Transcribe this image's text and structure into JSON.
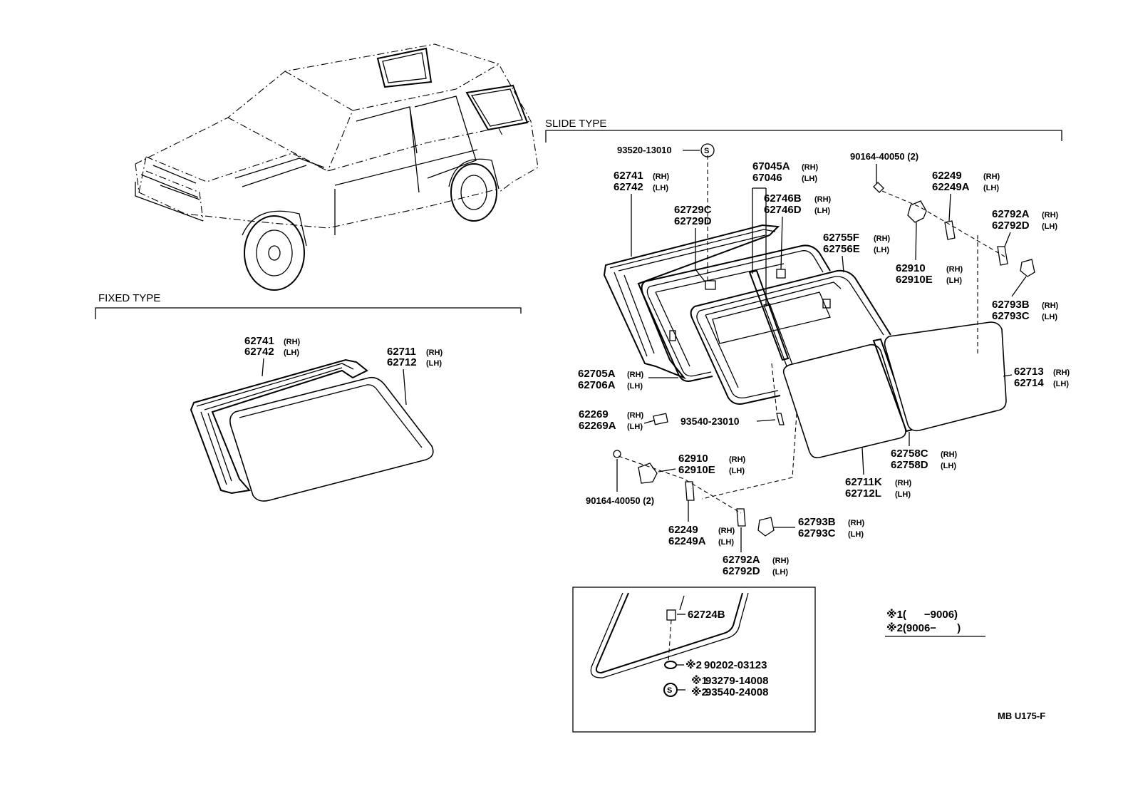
{
  "sections": {
    "fixed_type": "FIXED TYPE",
    "slide_type": "SLIDE TYPE"
  },
  "fixed": {
    "p62741": "62741",
    "p62741_s": "(RH)",
    "p62742": "62742",
    "p62742_s": "(LH)",
    "p62711": "62711",
    "p62711_s": "(RH)",
    "p62712": "62712",
    "p62712_s": "(LH)"
  },
  "slide": {
    "p93520": "93520-13010",
    "p62741": "62741",
    "p62741_s": "(RH)",
    "p62742": "62742",
    "p62742_s": "(LH)",
    "p62729c": "62729C",
    "p62729d": "62729D",
    "p67045a": "67045A",
    "p67045a_s": "(RH)",
    "p67046": "67046",
    "p67046_s": "(LH)",
    "p62746b": "62746B",
    "p62746b_s": "(RH)",
    "p62746d": "62746D",
    "p62746d_s": "(LH)",
    "p62755f": "62755F",
    "p62755f_s": "(RH)",
    "p62756e": "62756E",
    "p62756e_s": "(LH)",
    "p90164_top": "90164-40050 (2)",
    "p62249_top": "62249",
    "p62249_top_s": "(RH)",
    "p62249a_top": "62249A",
    "p62249a_top_s": "(LH)",
    "p62792a_top": "62792A",
    "p62792a_top_s": "(RH)",
    "p62792d_top": "62792D",
    "p62792d_top_s": "(LH)",
    "p62910_top": "62910",
    "p62910_top_s": "(RH)",
    "p62910e_top": "62910E",
    "p62910e_top_s": "(LH)",
    "p62793b_top": "62793B",
    "p62793b_top_s": "(RH)",
    "p62793c_top": "62793C",
    "p62793c_top_s": "(LH)",
    "p62705a": "62705A",
    "p62705a_s": "(RH)",
    "p62706a": "62706A",
    "p62706a_s": "(LH)",
    "p62713": "62713",
    "p62713_s": "(RH)",
    "p62714": "62714",
    "p62714_s": "(LH)",
    "p62269": "62269",
    "p62269_s": "(RH)",
    "p62269a": "62269A",
    "p62269a_s": "(LH)",
    "p93540_23010": "93540-23010",
    "p62758c": "62758C",
    "p62758c_s": "(RH)",
    "p62758d": "62758D",
    "p62758d_s": "(LH)",
    "p62910_bot": "62910",
    "p62910_bot_s": "(RH)",
    "p62910e_bot": "62910E",
    "p62910e_bot_s": "(LH)",
    "p62711k": "62711K",
    "p62711k_s": "(RH)",
    "p62712l": "62712L",
    "p62712l_s": "(LH)",
    "p90164_bot": "90164-40050 (2)",
    "p62793b_bot": "62793B",
    "p62793b_bot_s": "(RH)",
    "p62793c_bot": "62793C",
    "p62793c_bot_s": "(LH)",
    "p62249_bot": "62249",
    "p62249_bot_s": "(RH)",
    "p62249a_bot": "62249A",
    "p62249a_bot_s": "(LH)",
    "p62792a_bot": "62792A",
    "p62792a_bot_s": "(RH)",
    "p62792d_bot": "62792D",
    "p62792d_bot_s": "(LH)"
  },
  "inset": {
    "p62724b": "62724B",
    "m2_a": "※2",
    "p90202": "90202-03123",
    "m1": "※1",
    "p93279": "93279-14008",
    "m2_b": "※2",
    "p93540_24008": "93540-24008",
    "s_symbol": "S"
  },
  "legend": {
    "line1": "※1(      −9006)",
    "line2": "※2(9006−       )"
  },
  "footer": {
    "code": "MB  U175-F"
  },
  "symbols": {
    "s_top": "S"
  }
}
